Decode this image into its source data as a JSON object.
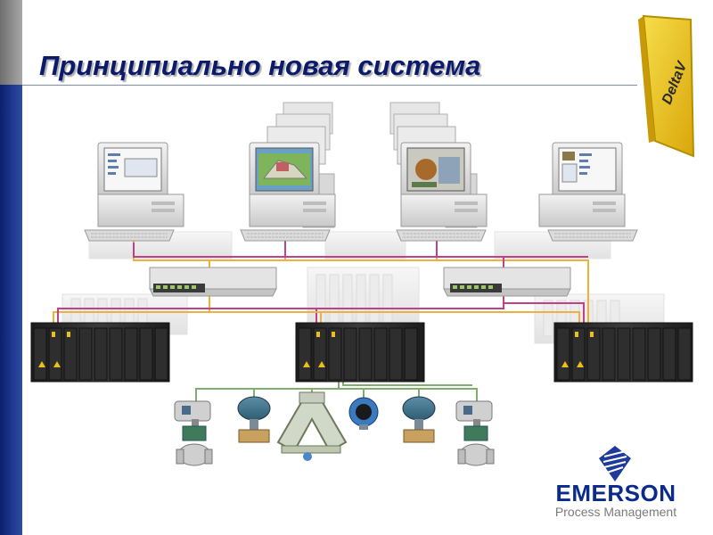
{
  "slide": {
    "title": "Принципиально новая система"
  },
  "logos": {
    "deltav": {
      "name": "DeltaV",
      "colors": {
        "shield": "#e8c21a",
        "shield_edge": "#b38f00",
        "text": "#2a2a2a"
      }
    },
    "emerson": {
      "name": "EMERSON",
      "subtitle": "Process Management",
      "colors": {
        "name": "#0a2a8c",
        "subtitle": "#7a7a7a",
        "mark": "#1e3a9a"
      }
    }
  },
  "colors": {
    "sidebar_top": "#8a8a8a",
    "sidebar": "#1a2f88",
    "title": "#0b1a6b",
    "network_orange": "#f0b040",
    "network_magenta": "#c0408a",
    "field_bus": "#7fae6e",
    "controller": "#2a2a2a",
    "computer": "#e4e4e4"
  },
  "diagram": {
    "workstations": [
      {
        "id": "ws-1",
        "screen": "config-tree"
      },
      {
        "id": "ws-2",
        "screen": "plant-graphic",
        "stacked": true
      },
      {
        "id": "ws-3",
        "screen": "process-display",
        "stacked": true
      },
      {
        "id": "ws-4",
        "screen": "config-tree"
      }
    ],
    "switches": [
      {
        "id": "switch-1"
      },
      {
        "id": "switch-2"
      }
    ],
    "controllers": [
      {
        "id": "io-rack-1"
      },
      {
        "id": "io-rack-2"
      },
      {
        "id": "io-rack-3"
      }
    ],
    "field_devices": [
      {
        "id": "control-valve-1",
        "icon": "control-valve-icon"
      },
      {
        "id": "transmitter-1",
        "icon": "pressure-transmitter-icon"
      },
      {
        "id": "flowmeter-1",
        "icon": "coriolis-flowmeter-icon"
      },
      {
        "id": "temperature-transmitter-1",
        "icon": "temperature-transmitter-icon"
      },
      {
        "id": "transmitter-2",
        "icon": "pressure-transmitter-icon"
      },
      {
        "id": "control-valve-2",
        "icon": "control-valve-icon"
      }
    ]
  }
}
